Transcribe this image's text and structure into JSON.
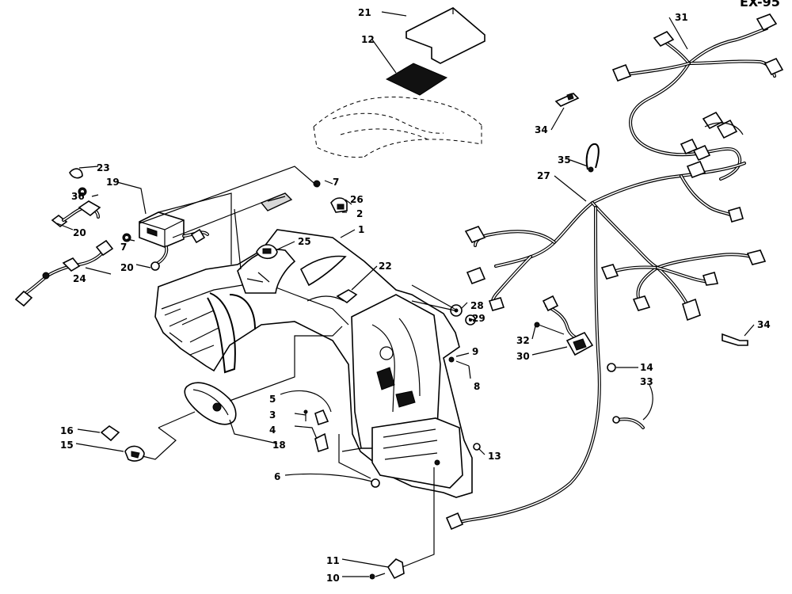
{
  "diagram": {
    "corner_code": "EX-95",
    "callouts": [
      {
        "id": "c1",
        "text": "1"
      },
      {
        "id": "c2",
        "text": "2"
      },
      {
        "id": "c3",
        "text": "3"
      },
      {
        "id": "c4",
        "text": "4"
      },
      {
        "id": "c5",
        "text": "5"
      },
      {
        "id": "c6",
        "text": "6"
      },
      {
        "id": "c7a",
        "text": "7"
      },
      {
        "id": "c7b",
        "text": "7"
      },
      {
        "id": "c8",
        "text": "8"
      },
      {
        "id": "c9",
        "text": "9"
      },
      {
        "id": "c10",
        "text": "10"
      },
      {
        "id": "c11",
        "text": "11"
      },
      {
        "id": "c12",
        "text": "12"
      },
      {
        "id": "c13",
        "text": "13"
      },
      {
        "id": "c14",
        "text": "14"
      },
      {
        "id": "c15",
        "text": "15"
      },
      {
        "id": "c16",
        "text": "16"
      },
      {
        "id": "c18",
        "text": "18"
      },
      {
        "id": "c19",
        "text": "19"
      },
      {
        "id": "c20a",
        "text": "20"
      },
      {
        "id": "c20b",
        "text": "20"
      },
      {
        "id": "c21",
        "text": "21"
      },
      {
        "id": "c22",
        "text": "22"
      },
      {
        "id": "c23",
        "text": "23"
      },
      {
        "id": "c24",
        "text": "24"
      },
      {
        "id": "c25",
        "text": "25"
      },
      {
        "id": "c26",
        "text": "26"
      },
      {
        "id": "c27",
        "text": "27"
      },
      {
        "id": "c28",
        "text": "28"
      },
      {
        "id": "c29",
        "text": "29"
      },
      {
        "id": "c30",
        "text": "30"
      },
      {
        "id": "c31",
        "text": "31"
      },
      {
        "id": "c32",
        "text": "32"
      },
      {
        "id": "c33",
        "text": "33"
      },
      {
        "id": "c34a",
        "text": "34"
      },
      {
        "id": "c34b",
        "text": "34"
      },
      {
        "id": "c35",
        "text": "35"
      },
      {
        "id": "c36",
        "text": "36"
      }
    ]
  }
}
